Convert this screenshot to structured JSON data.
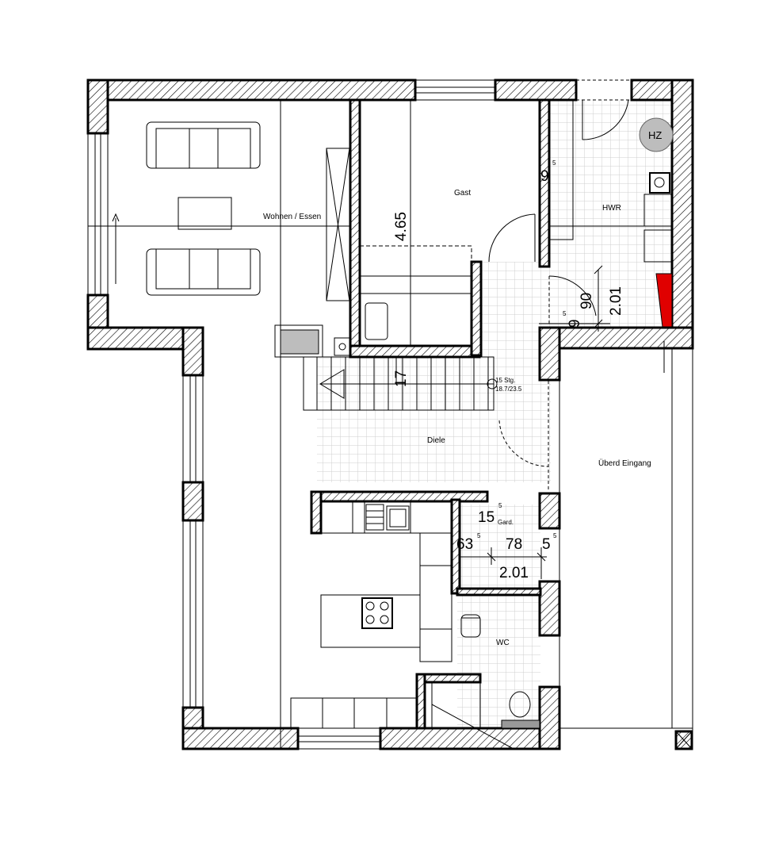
{
  "rooms": {
    "wohnen": "Wohnen / Essen",
    "gast": "Gast",
    "hwr": "HWR",
    "diele": "Diele",
    "ueberd": "Überd Eingang",
    "wc": "WC",
    "gard": "Gard."
  },
  "fixtures": {
    "heating": "HZ"
  },
  "stairs": {
    "steps": "15 Stg.",
    "ratio": "18.7/23.5"
  },
  "dimensions": {
    "gast_length": "4.65",
    "gast_width": "9",
    "gast_width_sup": "5",
    "hwr_door_width": "90",
    "hwr_door_height": "2.01",
    "hwr_wall": "9",
    "hwr_wall_sup": "5",
    "stair_17": "17",
    "gard_15": "15",
    "gard_15_sup": "5",
    "gard_63": "63",
    "gard_63_sup": "5",
    "gard_78": "78",
    "gard_5": "5",
    "gard_5_sup": "5",
    "gard_height": "2.01"
  }
}
